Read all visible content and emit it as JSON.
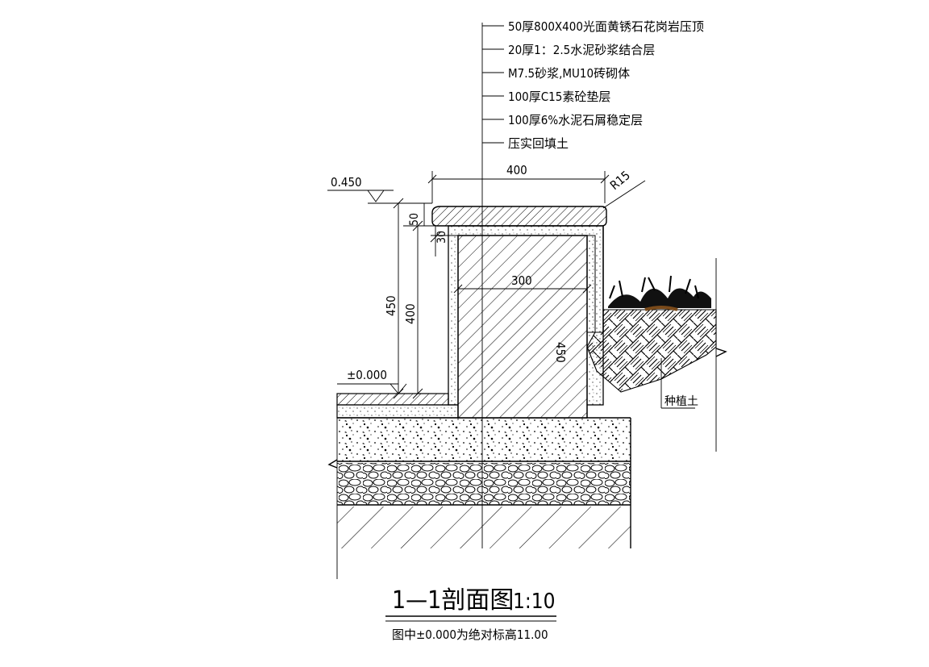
{
  "callouts": [
    "50厚800X400光面黄锈石花岗岩压顶",
    "20厚1：2.5水泥砂浆结合层",
    "M7.5砂浆,MU10砖砌体",
    "100厚C15素砼垫层",
    "100厚6%水泥石屑稳定层",
    "压实回填土"
  ],
  "elevations": {
    "top": "0.450",
    "base": "±0.000"
  },
  "dimensions": {
    "coping_width": "400",
    "radius": "R15",
    "coping_thickness": "50",
    "mortar_gap": "30",
    "wall_width": "300",
    "overall_height": "450",
    "wall_height": "400",
    "inner_height": "450"
  },
  "soil_label": "种植土",
  "title": {
    "name": "1—1剖面图",
    "scale": "1:10"
  },
  "note": "图中±0.000为绝对标高11.00"
}
